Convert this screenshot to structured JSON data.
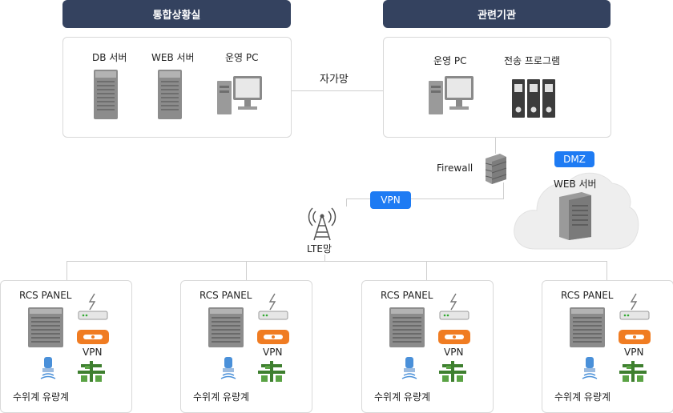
{
  "headers": {
    "control_room": "통합상황실",
    "agency": "관련기관"
  },
  "control_room": {
    "items": [
      {
        "label": "DB 서버",
        "icon": "server-icon"
      },
      {
        "label": "WEB 서버",
        "icon": "server-icon"
      },
      {
        "label": "운영 PC",
        "icon": "pc-icon"
      }
    ]
  },
  "agency": {
    "items": [
      {
        "label": "운영 PC",
        "icon": "pc-icon"
      },
      {
        "label": "전송 프로그램",
        "icon": "binders-icon"
      }
    ]
  },
  "link_label": "자가망",
  "firewall_label": "Firewall",
  "dmz": {
    "badge": "DMZ",
    "server_label": "WEB 서버"
  },
  "vpn_badge": "VPN",
  "lte_label": "LTE망",
  "sites": [
    {
      "panel_label": "RCS PANEL",
      "vpn_label": "VPN",
      "gauge_label": "수위계 유량계"
    },
    {
      "panel_label": "RCS PANEL",
      "vpn_label": "VPN",
      "gauge_label": "수위계 유량계"
    },
    {
      "panel_label": "RCS PANEL",
      "vpn_label": "VPN",
      "gauge_label": "수위계 유량계"
    },
    {
      "panel_label": "RCS PANEL",
      "vpn_label": "VPN",
      "gauge_label": "수위계 유량계"
    }
  ],
  "colors": {
    "header_bg": "#34425f",
    "badge_blue": "#1e7bf3",
    "vpn_orange": "#f07c22",
    "line_gray": "#cfcfcf",
    "gauge_blue": "#4a90d9",
    "meter_green": "#3e7f2f"
  }
}
